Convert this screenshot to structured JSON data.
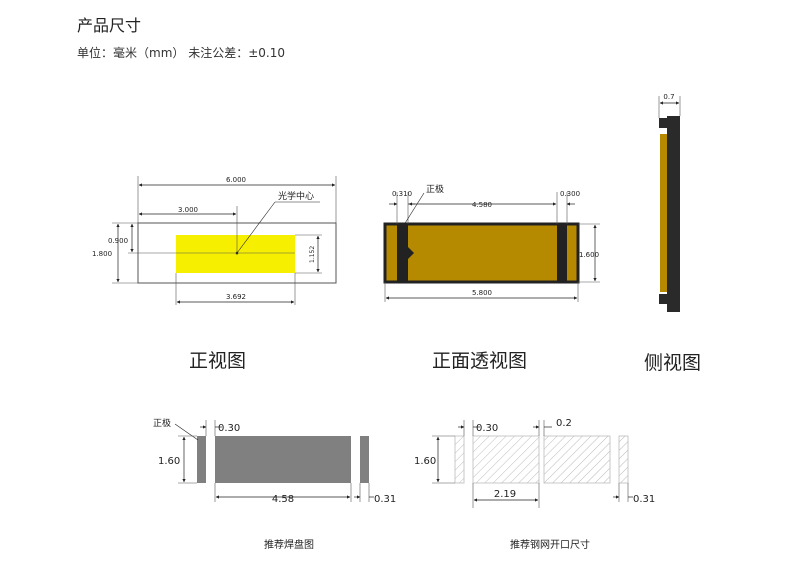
{
  "header": {
    "title": "产品尺寸",
    "subtitle": "单位：毫米（mm） 未注公差：±0.10"
  },
  "front_view": {
    "caption": "正视图",
    "dim_total_width": "6.000",
    "dim_half_width": "3.000",
    "dim_height": "1.800",
    "dim_half_height": "0.900",
    "dim_led_width": "3.692",
    "dim_led_height": "1.152",
    "optical_center_label": "光学中心",
    "led_color": "#f6f000"
  },
  "transparent_view": {
    "caption": "正面透视图",
    "label_positive": "正极",
    "dim_left_pad": "0.310",
    "dim_middle": "4.580",
    "dim_right_pad": "0.300",
    "dim_height": "1.600",
    "dim_width": "5.800",
    "body_color": "#b58a00",
    "pad_color": "#222222"
  },
  "side_view": {
    "caption": "侧视图",
    "dim_thickness": "0.7"
  },
  "solder_pad": {
    "caption": "推荐焊盘图",
    "label_positive": "正极",
    "dim_left_gap": "0.30",
    "dim_height": "1.60",
    "dim_width": "4.58",
    "dim_right": "0.31",
    "pad_color": "#808080"
  },
  "stencil": {
    "caption": "推荐钢网开口尺寸",
    "dim_left_gap": "0.30",
    "dim_mid_gap": "0.2",
    "dim_height": "1.60",
    "dim_width": "2.19",
    "dim_right": "0.31"
  }
}
